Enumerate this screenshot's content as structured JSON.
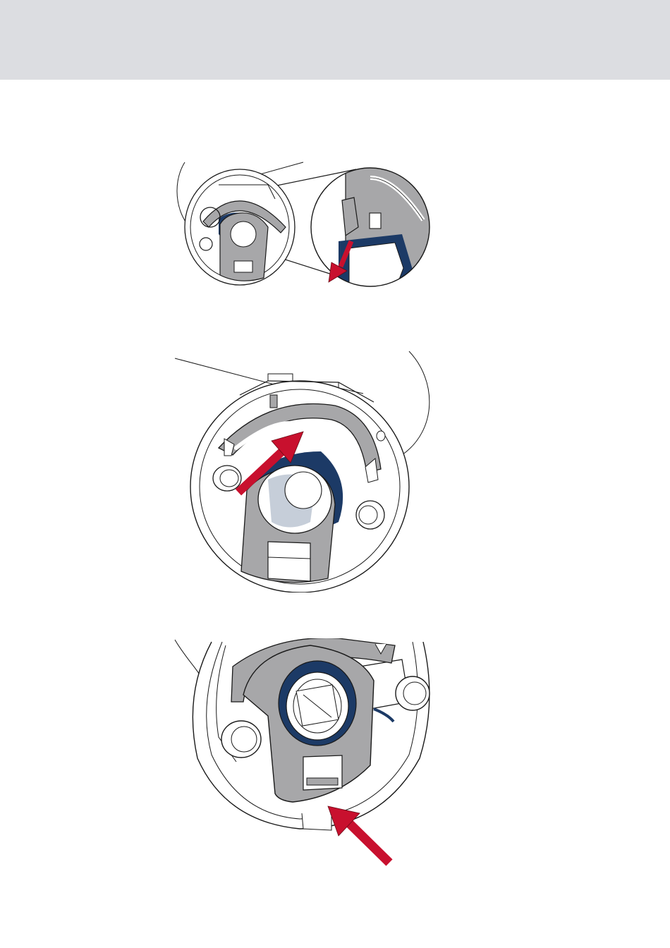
{
  "colors": {
    "header_band": "#dcdde1",
    "part_gray": "#a7a7a9",
    "part_gray_dark": "#8f8f91",
    "navy": "#1c3a66",
    "arrow_red": "#c8102e",
    "line": "#1a1a1a"
  },
  "figures": [
    {
      "name": "step-1-release-clip",
      "arrow": "down-left"
    },
    {
      "name": "step-2-insert-plate",
      "arrow": "up-right"
    },
    {
      "name": "step-3-press-bottom",
      "arrow": "up-left"
    }
  ]
}
